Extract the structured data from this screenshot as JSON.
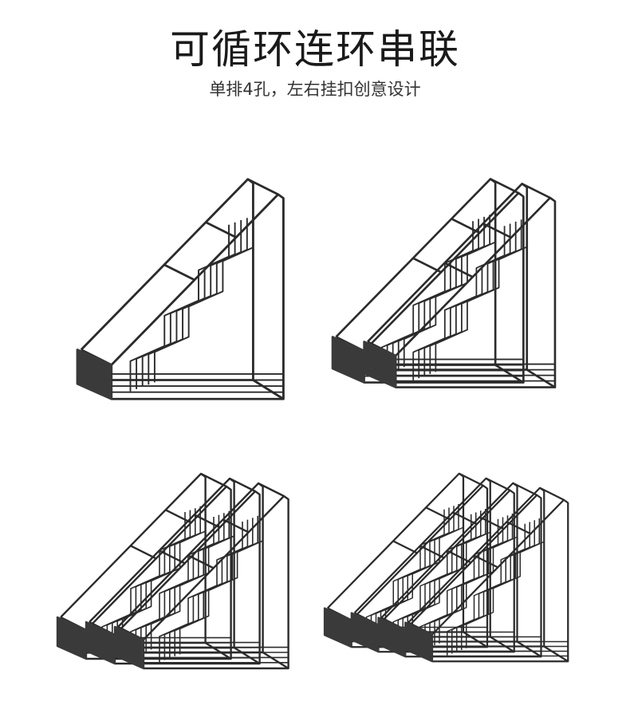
{
  "header": {
    "title": "可循环连环串联",
    "subtitle": "单排4孔，左右挂扣创意设计"
  },
  "products": [
    {
      "units": 1
    },
    {
      "units": 2
    },
    {
      "units": 3
    },
    {
      "units": 4
    }
  ],
  "colors": {
    "wire": "#2b2b2b",
    "box": "#3a3a3a",
    "background": "#ffffff"
  }
}
